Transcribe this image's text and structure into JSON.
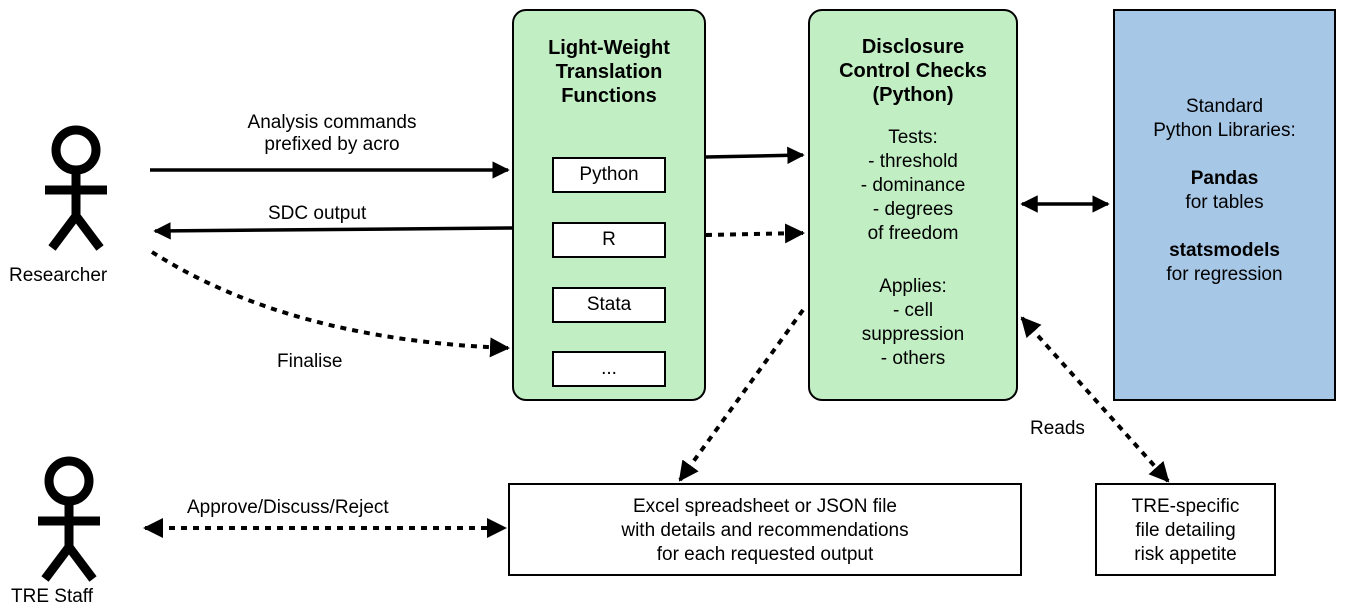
{
  "actors": {
    "researcher": "Researcher",
    "tre_staff": "TRE Staff"
  },
  "arrows": {
    "analysis_line1": "Analysis commands",
    "analysis_line2": "prefixed by acro",
    "sdc_output": "SDC output",
    "finalise": "Finalise",
    "approve": "Approve/Discuss/Reject",
    "reads": "Reads"
  },
  "translation": {
    "title_line1": "Light-Weight",
    "title_line2": "Translation",
    "title_line3": "Functions",
    "languages": [
      "Python",
      "R",
      "Stata",
      "..."
    ]
  },
  "checks": {
    "title_line1": "Disclosure",
    "title_line2": "Control Checks",
    "title_line3": "(Python)",
    "tests_heading": "Tests:",
    "tests": [
      "- threshold",
      "- dominance",
      "- degrees",
      "of freedom"
    ],
    "applies_heading": "Applies:",
    "applies": [
      "- cell",
      "suppression",
      "- others"
    ]
  },
  "libraries": {
    "line1": "Standard",
    "line2": "Python Libraries:",
    "pandas": "Pandas",
    "pandas_desc": "for tables",
    "statsmodels": "statsmodels",
    "statsmodels_desc": "for regression"
  },
  "output_file": {
    "line1": "Excel spreadsheet or JSON file",
    "line2": "with details and recommendations",
    "line3": "for each requested output"
  },
  "risk_file": {
    "line1": "TRE-specific",
    "line2": "file detailing",
    "line3": "risk appetite"
  },
  "colors": {
    "green_box": "#c2eec4",
    "blue_box": "#a7c7e7"
  }
}
